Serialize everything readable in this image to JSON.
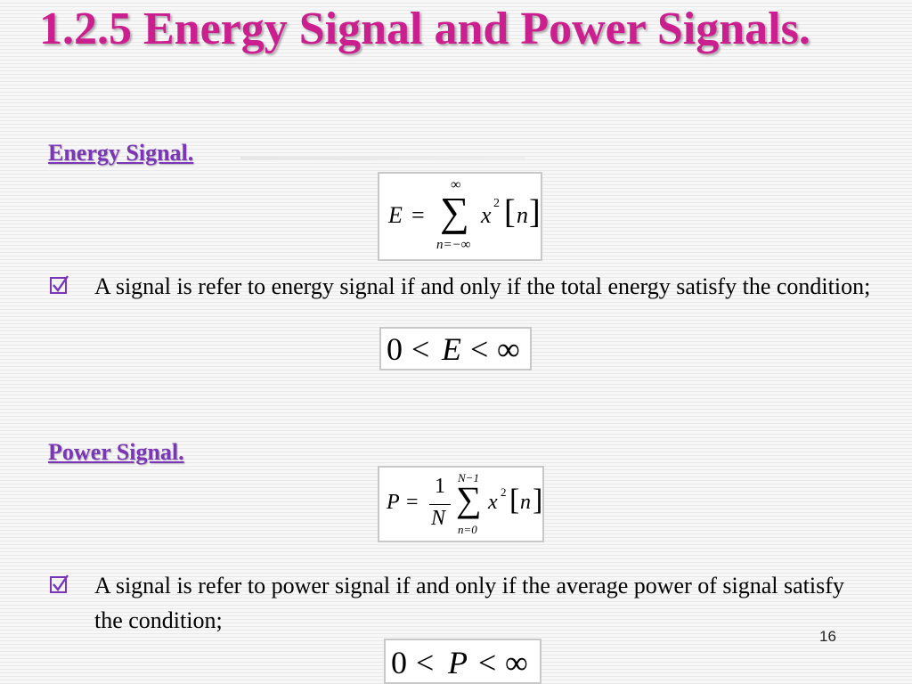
{
  "slide": {
    "title": "1.2.5 Energy Signal and Power Signals.",
    "page_number": "16"
  },
  "energy": {
    "heading": "Energy Signal.",
    "equation": {
      "lhs": "E",
      "equals": "=",
      "sum_upper": "∞",
      "sum_symbol": "∑",
      "sum_lower": "n=−∞",
      "term_base": "x",
      "term_exp": "2",
      "index": "n"
    },
    "bullet_text": "A signal is refer to energy signal if  and only if  the total energy satisfy the condition;",
    "condition": {
      "left": "0",
      "op1": "<",
      "var": "E",
      "op2": "<",
      "right": "∞"
    }
  },
  "power": {
    "heading": "Power Signal.",
    "equation": {
      "lhs": "P",
      "equals": "=",
      "frac_num": "1",
      "frac_den": "N",
      "sum_upper": "N−1",
      "sum_symbol": "∑",
      "sum_lower": "n=0",
      "term_base": "x",
      "term_exp": "2",
      "index": "n"
    },
    "bullet_text": "A signal is refer to power signal if  and only if  the average power of  signal satisfy the condition;",
    "condition": {
      "left": "0",
      "op1": "<",
      "var": "P",
      "op2": "<",
      "right": "∞"
    }
  },
  "colors": {
    "title": "#cc1f8f",
    "heading": "#7a35b8",
    "bullet": "#7a35b8"
  },
  "icons": {
    "bullet": "checked-box-icon"
  }
}
